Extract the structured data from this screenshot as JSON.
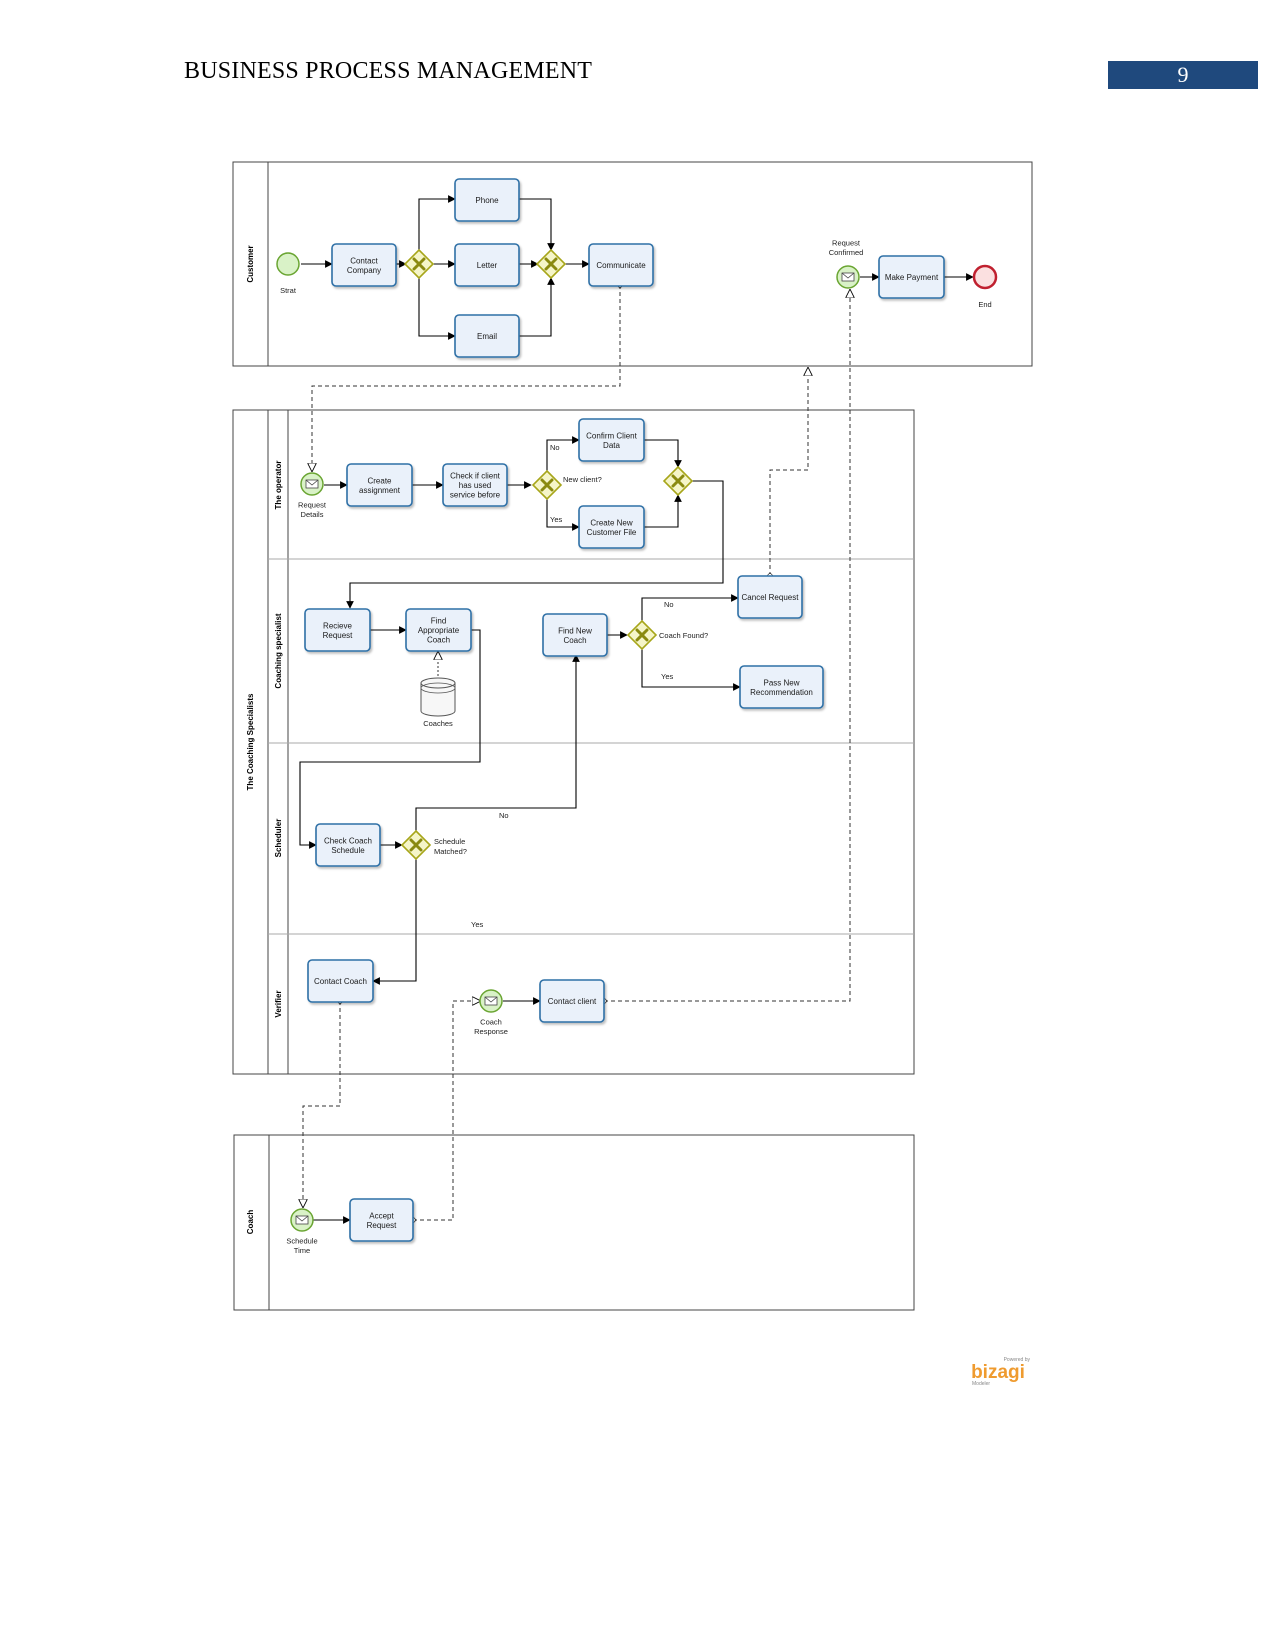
{
  "header": {
    "title": "BUSINESS PROCESS MANAGEMENT",
    "page_number": "9"
  },
  "pools": {
    "customer": {
      "label": "Customer"
    },
    "coaching": {
      "label": "The Coaching Specialists",
      "lanes": {
        "operator": "The operator",
        "specialist": "Coaching specialist",
        "scheduler": "Scheduler",
        "verifier": "Verifier"
      }
    },
    "coach": {
      "label": "Coach"
    }
  },
  "tasks": {
    "contact_company": [
      "Contact",
      "Company"
    ],
    "phone": [
      "Phone"
    ],
    "letter": [
      "Letter"
    ],
    "email": [
      "Email"
    ],
    "communicate": [
      "Communicate"
    ],
    "make_payment": [
      "Make Payment"
    ],
    "create_assignment": [
      "Create",
      "assignment"
    ],
    "check_client": [
      "Check if client",
      "has used",
      "service before"
    ],
    "confirm_client": [
      "Confirm Client",
      "Data"
    ],
    "create_customer": [
      "Create New",
      "Customer File"
    ],
    "recieve_request": [
      "Recieve",
      "Request"
    ],
    "find_coach": [
      "Find",
      "Appropriate",
      "Coach"
    ],
    "find_new_coach": [
      "Find New",
      "Coach"
    ],
    "cancel_request": [
      "Cancel Request"
    ],
    "pass_recommendation": [
      "Pass New",
      "Recommendation"
    ],
    "check_schedule": [
      "Check Coach",
      "Schedule"
    ],
    "contact_coach": [
      "Contact Coach"
    ],
    "contact_client": [
      "Contact client"
    ],
    "accept_request": [
      "Accept",
      "Request"
    ]
  },
  "events": {
    "start": [
      "Strat"
    ],
    "end": [
      "End"
    ],
    "request_confirmed": [
      "Request",
      "Confirmed"
    ],
    "request_details": [
      "Request",
      "Details"
    ],
    "coach_response": [
      "Coach",
      "Response"
    ],
    "schedule_time": [
      "Schedule",
      "Time"
    ]
  },
  "gateways": {
    "new_client": "New client?",
    "coach_found": "Coach Found?",
    "schedule_matched": [
      "Schedule",
      "Matched?"
    ]
  },
  "flow_labels": {
    "no": "No",
    "yes": "Yes"
  },
  "data_store": {
    "label": "Coaches"
  },
  "branding": {
    "powered": "Powered by",
    "name": "bizagi",
    "product": "Modeler"
  },
  "colors": {
    "task_border": "#2f6fa6",
    "task_fill": "#eaf1fa",
    "gateway_border": "#a7a61a",
    "gateway_fill": "#f5f5c8",
    "start_fill": "#d9f2c7",
    "start_border": "#6aa532",
    "end_border": "#c0202f",
    "end_fill": "#fbe0e0",
    "header_badge": "#1f497d"
  }
}
